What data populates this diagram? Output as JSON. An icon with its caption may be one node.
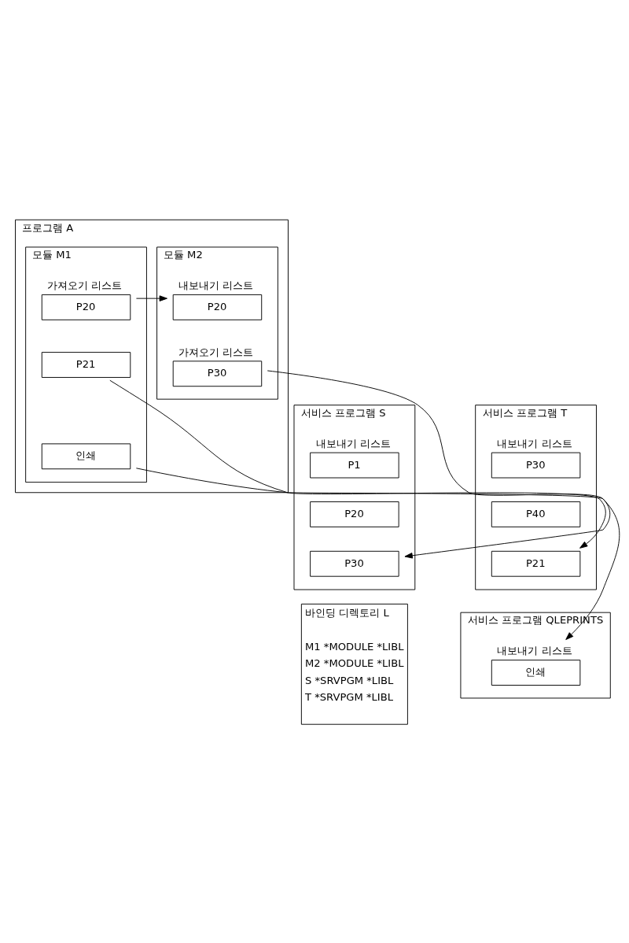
{
  "diagram": {
    "nodes": [
      {
        "text": [
          "프로그램 A"
        ]
      },
      {
        "text": [
          "모듈 M1"
        ],
        "in": 0
      },
      {
        "text": [
          "P20"
        ],
        "in": 1,
        "beside": [
          "가져오기 리스트"
        ]
      },
      {
        "text": [
          "P21"
        ],
        "in": 1
      },
      {
        "text": [
          "인쇄"
        ],
        "in": 1
      },
      {
        "text": [
          "모듈 M2"
        ],
        "in": 0
      },
      {
        "text": [
          "P20"
        ],
        "in": 5,
        "beside": [
          "내보내기 리스트"
        ]
      },
      {
        "text": [
          "P30"
        ],
        "in": 5,
        "beside": [
          "가져오기 리스트"
        ]
      },
      {
        "text": [
          "서비스 프로그램 S"
        ]
      },
      {
        "text": [
          "P1"
        ],
        "in": 8,
        "beside": [
          "내보내기 리스트"
        ]
      },
      {
        "text": [
          "P20"
        ],
        "in": 8
      },
      {
        "text": [
          "P30"
        ],
        "in": 8
      },
      {
        "text": [
          "서비스 프로그램 T"
        ]
      },
      {
        "text": [
          "P30"
        ],
        "in": 12,
        "beside": [
          "내보내기 리스트"
        ]
      },
      {
        "text": [
          "P40"
        ],
        "in": 12
      },
      {
        "text": [
          "P21"
        ],
        "in": 12
      },
      {
        "text": [
          "바인딩 디렉토리 L",
          "M1 *MODULE *LIBL",
          "M2 *MODULE *LIBL",
          "S *SRVPGM *LIBL",
          "T *SRVPGM *LIBL"
        ]
      },
      {
        "text": [
          "서비스 프로그램 QLEPRINTS"
        ]
      },
      {
        "text": [
          "인쇄"
        ],
        "in": 17,
        "beside": [
          "내보내기 리스트"
        ]
      }
    ],
    "edges": [
      {
        "from": 2,
        "to": 6,
        "arrow": "to"
      },
      {
        "from": 3,
        "to": 15,
        "arrow": "to"
      },
      {
        "from": 4,
        "to": 18,
        "arrow": "to"
      },
      {
        "from": 7,
        "to": 11,
        "arrow": "to"
      }
    ]
  }
}
